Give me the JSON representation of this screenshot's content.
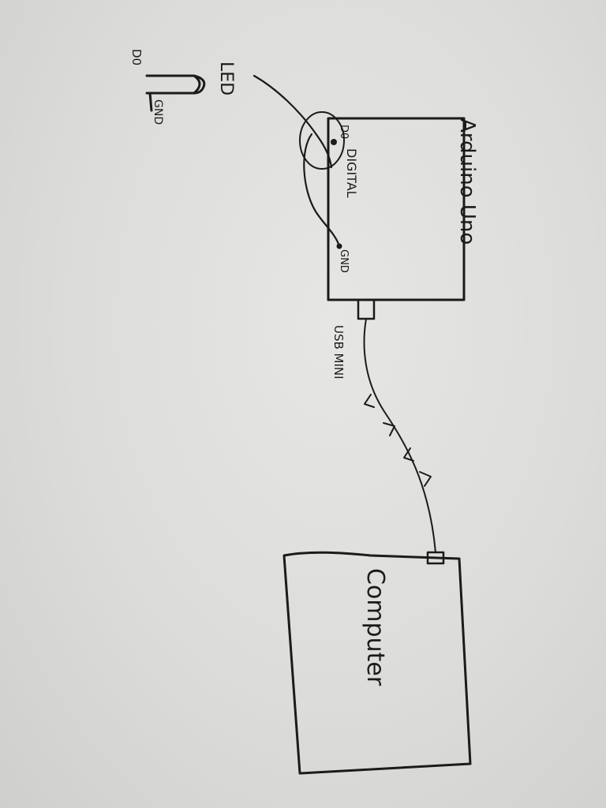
{
  "diagram": {
    "led": {
      "label": "LED",
      "pin_left": "D0",
      "pin_bottom": "GND"
    },
    "arduino": {
      "title": "Arduino Uno",
      "digital_label": "DIGITAL",
      "pin_d0": "D0",
      "pin_gnd": "GND"
    },
    "cable": {
      "label": "USB MINI"
    },
    "computer": {
      "title": "Computer"
    }
  },
  "colors": {
    "paper": "#dcdcda",
    "ink": "#1b1b1b"
  }
}
